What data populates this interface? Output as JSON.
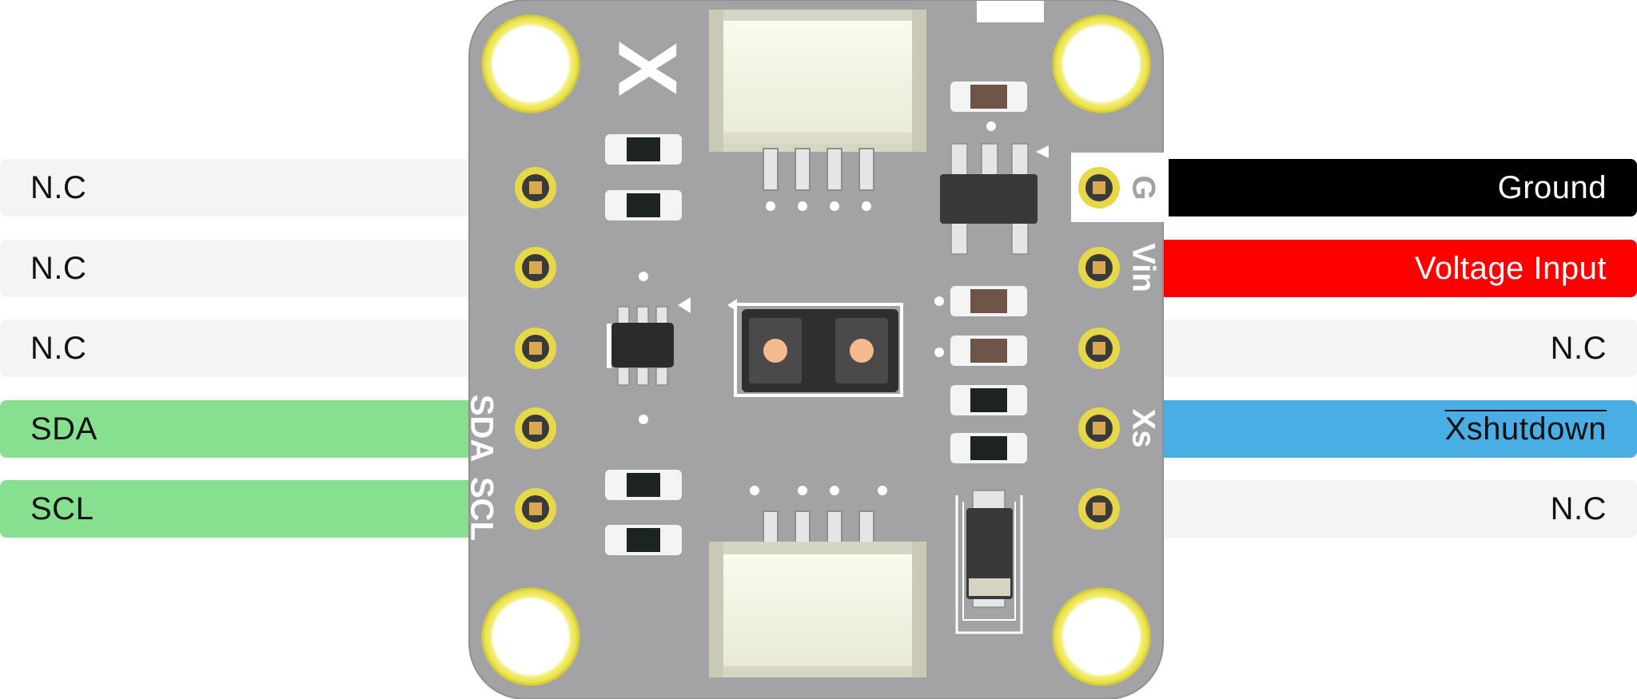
{
  "left_pins": [
    {
      "label": "N.C",
      "color": "#f4f4f4"
    },
    {
      "label": "N.C",
      "color": "#f4f4f4"
    },
    {
      "label": "N.C",
      "color": "#f4f4f4"
    },
    {
      "label": "SDA",
      "color": "#86e08f"
    },
    {
      "label": "SCL",
      "color": "#86e08f"
    }
  ],
  "right_pins": [
    {
      "label": "Ground",
      "color": "#000000",
      "text_color": "#ffffff"
    },
    {
      "label": "Voltage Input",
      "color": "#ff0000",
      "text_color": "#ffffff"
    },
    {
      "label": "N.C",
      "color": "#f4f4f4",
      "text_color": "#111111"
    },
    {
      "label": "Xshutdown",
      "color": "#49aee3",
      "text_color": "#111111",
      "overline": true
    },
    {
      "label": "N.C",
      "color": "#f4f4f4",
      "text_color": "#111111"
    }
  ],
  "board": {
    "pcb_color": "#a3a3a5",
    "silkscreen": {
      "left_pin_labels": [
        "SDA",
        "SCL"
      ],
      "right_pin_labels": [
        "G",
        "Vin",
        "Xs"
      ],
      "top_mark": "X"
    }
  }
}
